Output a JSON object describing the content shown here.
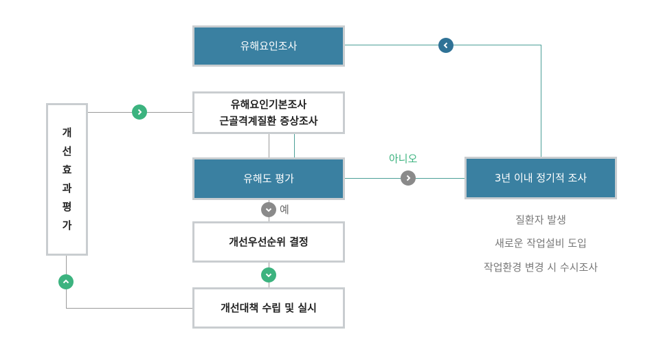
{
  "boxes": {
    "hazard_survey": "유해요인조사",
    "basic_survey_line1": "유해요인기본조사",
    "basic_survey_line2": "근골격계질환 증상조사",
    "hazard_eval": "유해도 평가",
    "priority": "개선우선순위 결정",
    "measures": "개선대책 수립 및 실시",
    "periodic": "3년 이내 정기적 조사",
    "effect_eval": [
      "개",
      "선",
      "효",
      "과",
      "평",
      "가"
    ]
  },
  "labels": {
    "no": "아니오",
    "yes": "예"
  },
  "notes": [
    "질환자 발생",
    "새로운 작업설비 도입",
    "작업환경 변경 시 수시조사"
  ],
  "colors": {
    "blue": "#3a80a1",
    "green": "#3cb37f",
    "gray": "#8a8a8a",
    "teal_line": "#4a9e96"
  }
}
